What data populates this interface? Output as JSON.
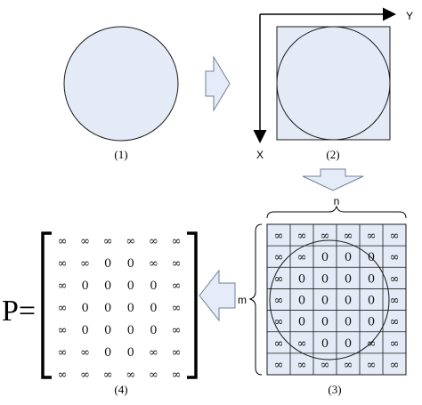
{
  "captions": {
    "step1": "(1)",
    "step2": "(2)",
    "step3": "(3)",
    "step4": "(4)"
  },
  "axes": {
    "x_label": "X",
    "y_label": "Y"
  },
  "grid_labels": {
    "columns": "n",
    "rows": "m"
  },
  "matrix_label": "P=",
  "grid": [
    [
      "∞",
      "∞",
      "∞",
      "∞",
      "∞",
      "∞"
    ],
    [
      "∞",
      "∞",
      "0",
      "0",
      "0",
      "∞"
    ],
    [
      "∞",
      "0",
      "0",
      "0",
      "0",
      "∞"
    ],
    [
      "∞",
      "0",
      "0",
      "0",
      "0",
      "∞"
    ],
    [
      "∞",
      "0",
      "0",
      "0",
      "0",
      "∞"
    ],
    [
      "∞",
      "∞",
      "0",
      "0",
      "∞",
      "∞"
    ],
    [
      "∞",
      "∞",
      "∞",
      "∞",
      "∞",
      "∞"
    ]
  ],
  "matrix": [
    [
      "∞",
      "∞",
      "∞",
      "∞",
      "∞",
      "∞"
    ],
    [
      "∞",
      "∞",
      "0",
      "0",
      "∞",
      "∞"
    ],
    [
      "∞",
      "0",
      "0",
      "0",
      "0",
      "∞"
    ],
    [
      "∞",
      "0",
      "0",
      "0",
      "0",
      "∞"
    ],
    [
      "∞",
      "0",
      "0",
      "0",
      "0",
      "∞"
    ],
    [
      "∞",
      "∞",
      "0",
      "0",
      "∞",
      "∞"
    ],
    [
      "∞",
      "∞",
      "∞",
      "∞",
      "∞",
      "∞"
    ]
  ],
  "colors": {
    "fill": "#e4ebf6",
    "stroke": "#1a1a1a",
    "arrow_fill": "#e6ecf7",
    "arrow_stroke": "#6f7f99"
  }
}
